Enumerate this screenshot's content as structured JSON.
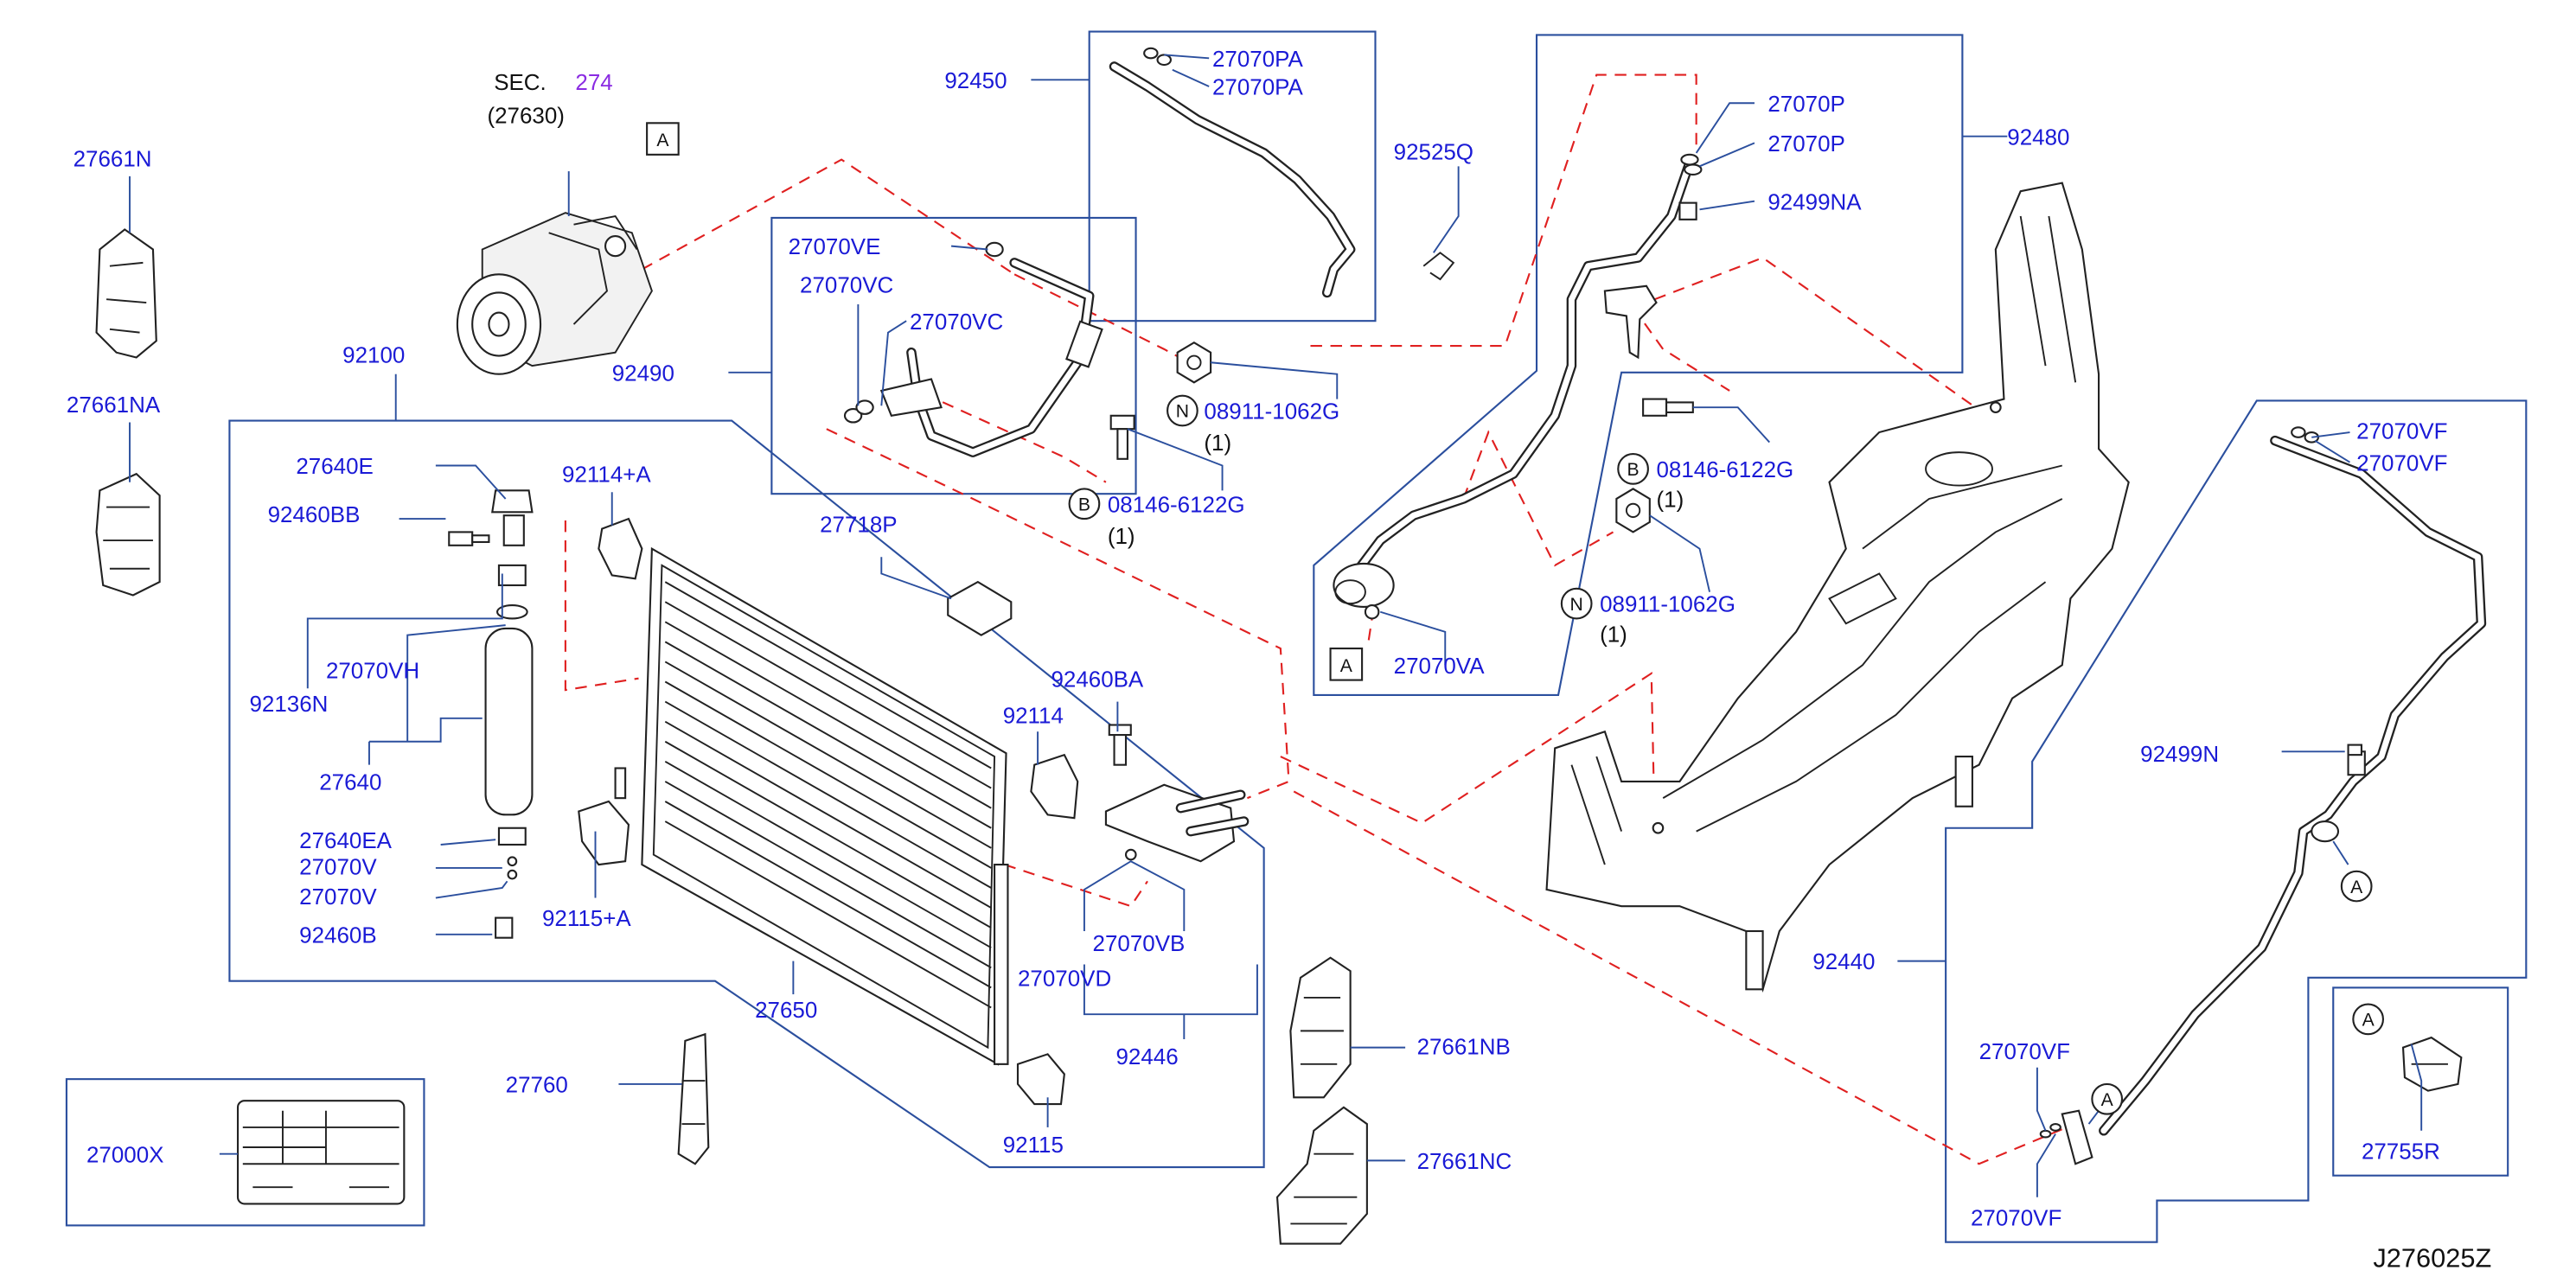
{
  "diagram_id": "J276025Z",
  "section": {
    "label": "SEC.",
    "number": "274",
    "sub": "(27630)"
  },
  "labels": {
    "p27661N": "27661N",
    "p27661NA": "27661NA",
    "p92100": "92100",
    "p27640E": "27640E",
    "p92460BB": "92460BB",
    "p92114A": "92114+A",
    "p27070VH": "27070VH",
    "p92136N": "92136N",
    "p27640": "27640",
    "p27640EA": "27640EA",
    "p27070V_1": "27070V",
    "p27070V_2": "27070V",
    "p92460B": "92460B",
    "p92115A": "92115+A",
    "p27650": "27650",
    "p27760": "27760",
    "p27000X": "27000X",
    "p92450": "92450",
    "p27070PA_1": "27070PA",
    "p27070PA_2": "27070PA",
    "p92525Q": "92525Q",
    "p27070VE": "27070VE",
    "p27070VC_1": "27070VC",
    "p27070VC_2": "27070VC",
    "p92490": "92490",
    "p08911_1": "08911-1062G",
    "p08146_1": "08146-6122G",
    "p27718P": "27718P",
    "p92460BA": "92460BA",
    "p92114": "92114",
    "p27070VB": "27070VB",
    "p27070VD": "27070VD",
    "p92446": "92446",
    "p92115": "92115",
    "p27661NB": "27661NB",
    "p27661NC": "27661NC",
    "p27070P_1": "27070P",
    "p27070P_2": "27070P",
    "p92499NA": "92499NA",
    "p92480": "92480",
    "p08146_2": "08146-6122G",
    "p08911_2": "08911-1062G",
    "p27070VA": "27070VA",
    "p27070VF_1": "27070VF",
    "p27070VF_2": "27070VF",
    "p92499N": "92499N",
    "p92440": "92440",
    "p27070VF_3": "27070VF",
    "p27070VF_4": "27070VF",
    "p27755R": "27755R"
  },
  "qty": {
    "q1": "(1)",
    "q2": "(1)",
    "q3": "(1)",
    "q4": "(1)"
  },
  "markers": {
    "n": "N",
    "b": "B",
    "a": "A"
  },
  "colors": {
    "label": "#1a1ad6",
    "leader": "#2b4f9e",
    "dashed": "#e02020",
    "section": "#8a2be2"
  }
}
